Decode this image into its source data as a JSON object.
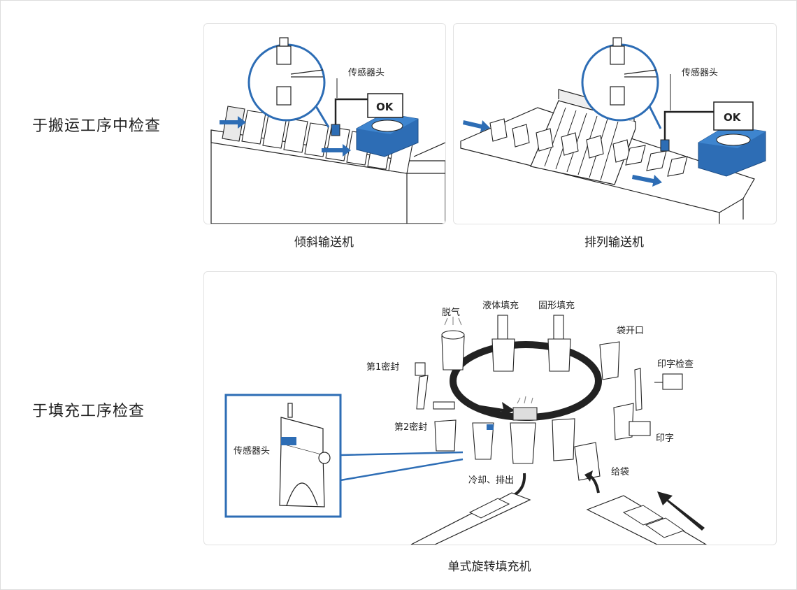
{
  "rows": {
    "transport_label": "于搬运工序中检查",
    "filling_label": "于填充工序检查"
  },
  "panels": {
    "inclined": {
      "caption": "倾斜输送机",
      "sensor_label": "传感器头",
      "screen_text": "OK"
    },
    "alignment": {
      "caption": "排列输送机",
      "sensor_label": "传感器头",
      "screen_text": "OK"
    },
    "rotary": {
      "caption": "单式旋转填充机",
      "sensor_label": "传感器头",
      "stations": {
        "degas": "脱气",
        "liquid_fill": "液体填充",
        "solid_fill": "固形填充",
        "bag_open": "袋开口",
        "print_check": "印字检查",
        "print": "印字",
        "feed_bag": "给袋",
        "cool_discharge": "冷却、排出",
        "seal2": "第2密封",
        "seal1": "第1密封"
      }
    }
  },
  "colors": {
    "accent_blue": "#2d6db5",
    "line": "#222222",
    "panel_border": "#e2e2e2"
  }
}
